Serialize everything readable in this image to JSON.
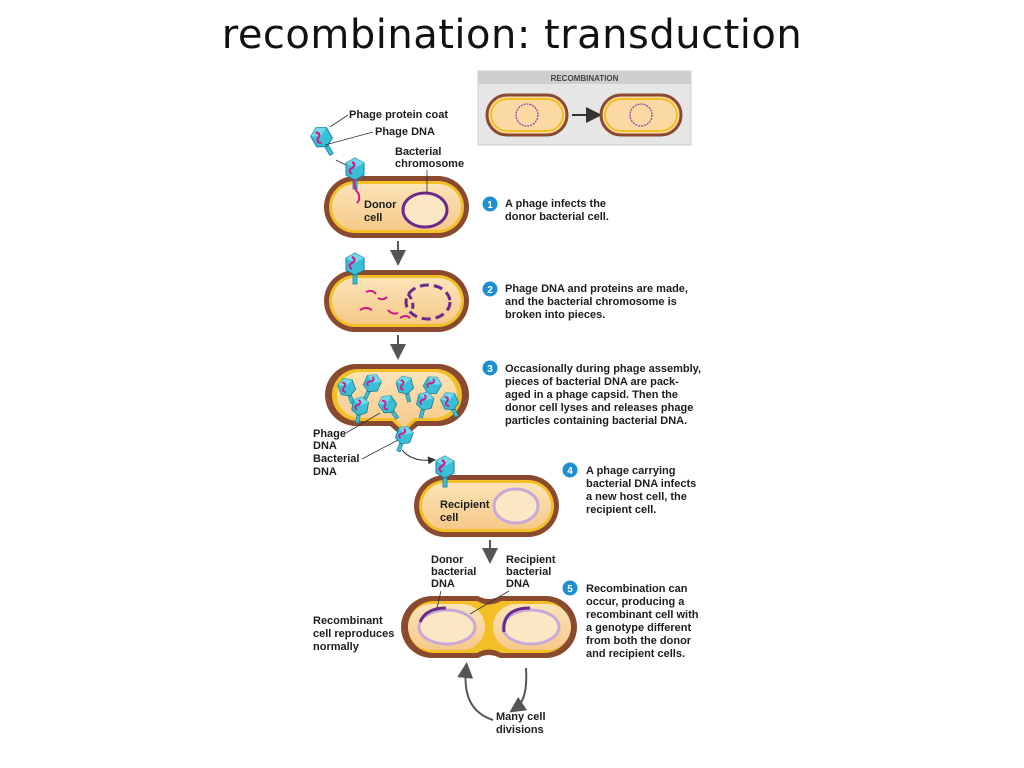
{
  "title": "recombination:  transduction",
  "recombination_box": {
    "header": "RECOMBINATION"
  },
  "labels": {
    "phage_protein_coat": "Phage protein coat",
    "phage_dna": "Phage DNA",
    "bacterial_chromosome": [
      "Bacterial",
      "chromosome"
    ],
    "donor_cell": [
      "Donor",
      "cell"
    ],
    "phage_dna_2": [
      "Phage",
      "DNA"
    ],
    "bacterial_dna": [
      "Bacterial",
      "DNA"
    ],
    "recipient_cell": [
      "Recipient",
      "cell"
    ],
    "donor_bacterial_dna": [
      "Donor",
      "bacterial",
      "DNA"
    ],
    "recipient_bacterial_dna": [
      "Recipient",
      "bacterial",
      "DNA"
    ],
    "recombinant_cell": [
      "Recombinant",
      "cell reproduces",
      "normally"
    ],
    "many_divisions": [
      "Many cell",
      "divisions"
    ]
  },
  "steps": [
    {
      "num": "1",
      "lines": [
        "A phage infects the",
        "donor bacterial cell."
      ]
    },
    {
      "num": "2",
      "lines": [
        "Phage DNA and proteins are made,",
        "and the bacterial chromosome is",
        "broken into pieces."
      ]
    },
    {
      "num": "3",
      "lines": [
        "Occasionally during phage assembly,",
        "pieces of bacterial DNA are pack-",
        "aged in a phage capsid. Then the",
        "donor cell lyses and releases phage",
        "particles containing bacterial DNA."
      ]
    },
    {
      "num": "4",
      "lines": [
        "A phage carrying",
        "bacterial DNA infects",
        "a new host cell, the",
        "recipient cell."
      ]
    },
    {
      "num": "5",
      "lines": [
        "Recombination can",
        "occur, producing a",
        "recombinant cell with",
        "a genotype different",
        "from both the donor",
        "and recipient cells."
      ]
    }
  ],
  "colors": {
    "cell_wall": "#8a4a30",
    "cell_membrane": "#f2c026",
    "cytoplasm": "#fbd9a3",
    "donor_chromosome": "#6a2a8c",
    "recipient_chromosome": "#c8a8d8",
    "phage_dna": "#d4188a",
    "phage_coat": "#39c0d8",
    "step_badge": "#1e8fd0"
  }
}
